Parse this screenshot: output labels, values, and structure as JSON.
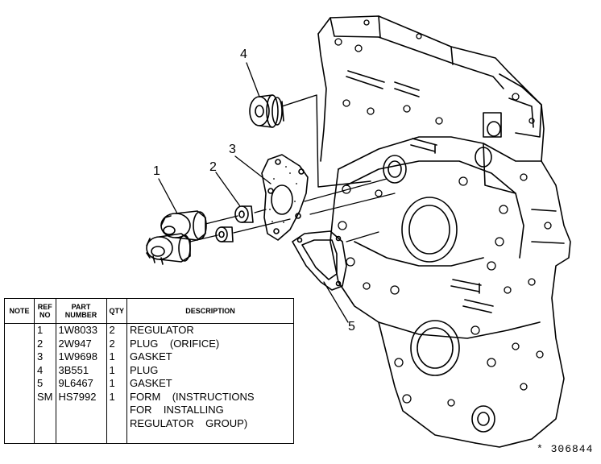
{
  "callouts": [
    "4",
    "3",
    "2",
    "1",
    "5"
  ],
  "table": {
    "headers": {
      "note": "NOTE",
      "ref_line1": "REF",
      "ref_line2": "NO",
      "part_line1": "PART",
      "part_line2": "NUMBER",
      "qty": "QTY",
      "description": "DESCRIPTION"
    },
    "rows": [
      {
        "note": "",
        "ref": "1",
        "part": "1W8033",
        "qty": "2",
        "desc": "REGULATOR"
      },
      {
        "note": "",
        "ref": "2",
        "part": "2W947",
        "qty": "2",
        "desc": "PLUG    (ORIFICE)"
      },
      {
        "note": "",
        "ref": "3",
        "part": "1W9698",
        "qty": "1",
        "desc": "GASKET"
      },
      {
        "note": "",
        "ref": "4",
        "part": "3B551",
        "qty": "1",
        "desc": "PLUG"
      },
      {
        "note": "",
        "ref": "5",
        "part": "9L6467",
        "qty": "1",
        "desc": "GASKET"
      },
      {
        "note": "",
        "ref": "SM",
        "part": "HS7992",
        "qty": "1",
        "desc": "FORM    (INSTRUCTIONS"
      },
      {
        "note": "",
        "ref": "",
        "part": "",
        "qty": "",
        "desc": "FOR    INSTALLING"
      },
      {
        "note": "",
        "ref": "",
        "part": "",
        "qty": "",
        "desc": "REGULATOR    GROUP)"
      }
    ]
  },
  "drawing_number": "* 306844"
}
